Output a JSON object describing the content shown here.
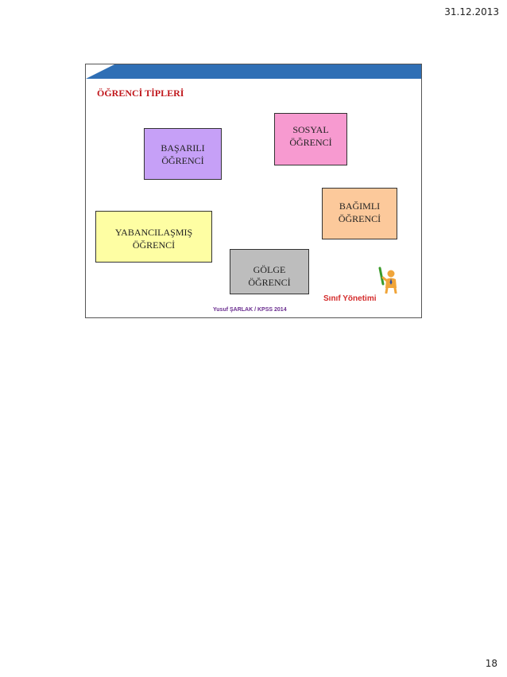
{
  "header": {
    "date": "31.12.2013"
  },
  "footer": {
    "page_number": "18"
  },
  "slide": {
    "title": "ÖĞRENCİ TİPLERİ",
    "boxes": {
      "basarili": {
        "line1": "BAŞARILI",
        "line2": "ÖĞRENCİ",
        "color": "#c6a0f7"
      },
      "sosyal": {
        "line1": "SOSYAL",
        "line2": "ÖĞRENCİ",
        "color": "#f79ad0"
      },
      "bagimli": {
        "line1": "BAĞIMLI",
        "line2": "ÖĞRENCİ",
        "color": "#fcc99b"
      },
      "yabancilasmis": {
        "line1": "YABANCILAŞMIŞ",
        "line2": "ÖĞRENCİ",
        "color": "#fefea3"
      },
      "golge": {
        "line1": "GÖLGE",
        "line2": "ÖĞRENCİ",
        "color": "#bdbdbd"
      }
    },
    "brand": {
      "label": "Sınıf Yönetimi",
      "icon": "teacher-figure-icon"
    },
    "author": "Yusuf ŞARLAK  /  KPSS 2014",
    "accent_color": "#2f6fb5",
    "title_color": "#c0171c"
  }
}
